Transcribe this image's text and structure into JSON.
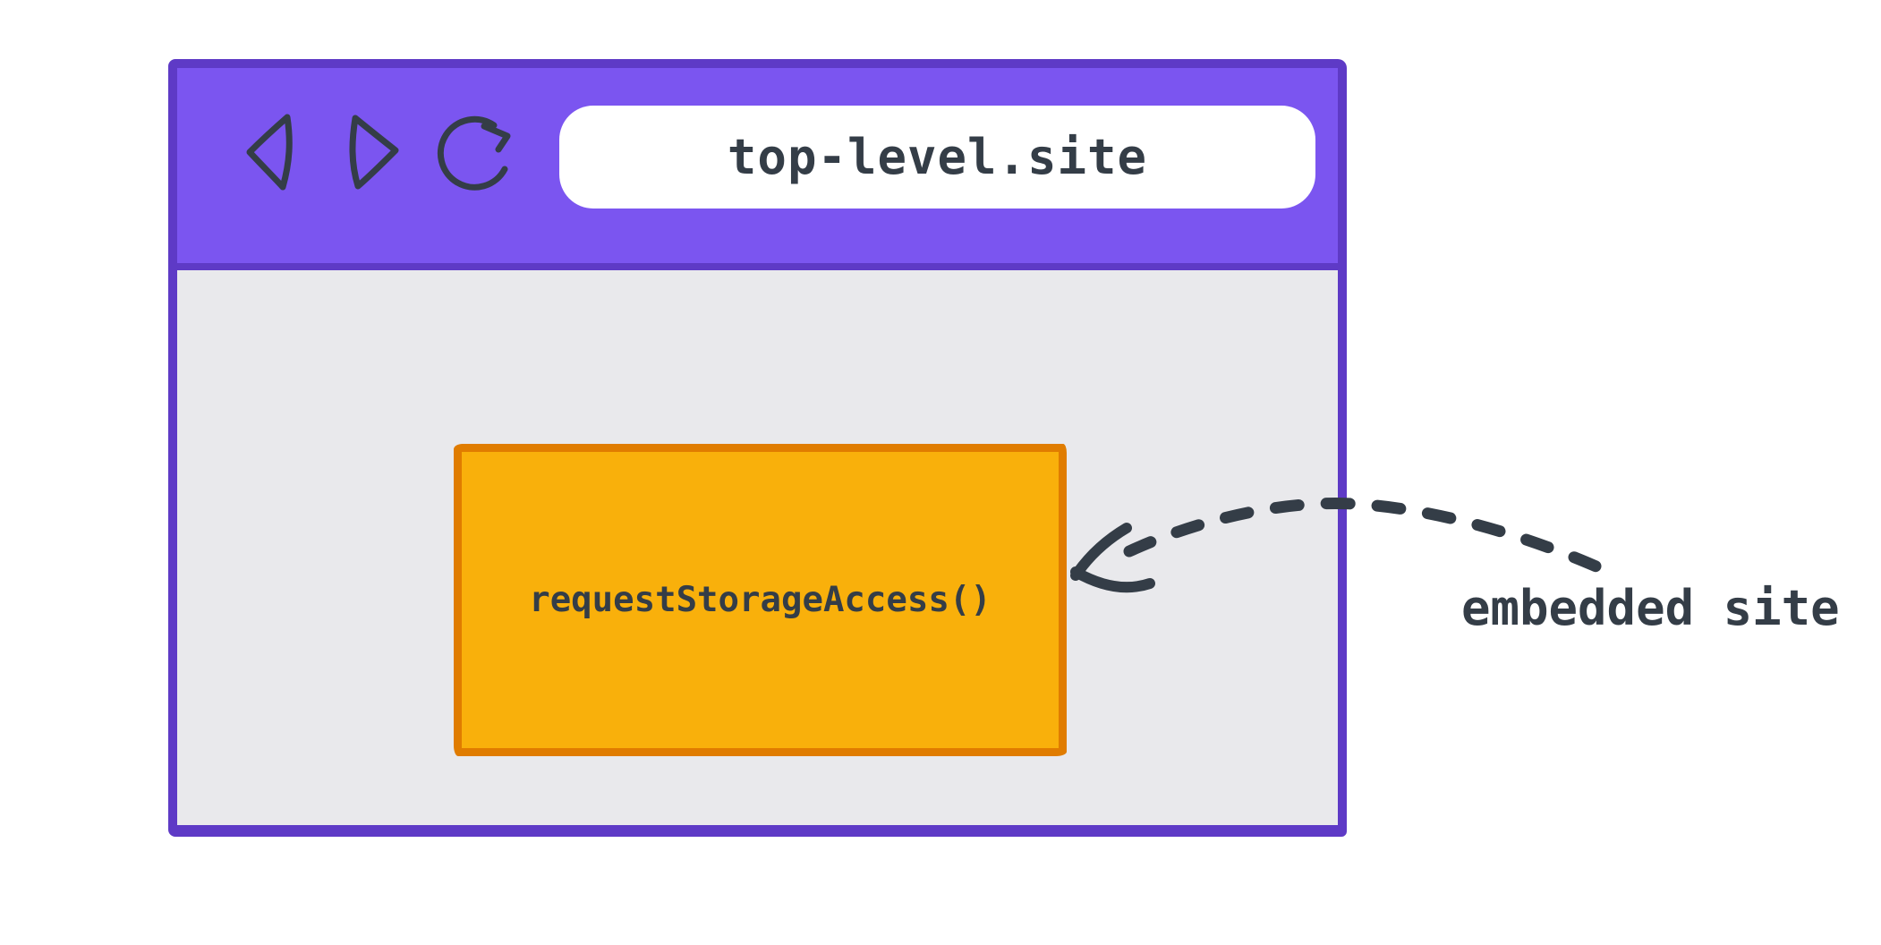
{
  "diagram": {
    "background_color": "#FFFFFF",
    "ink_color": "#343D47"
  },
  "browser_window": {
    "theme": {
      "chrome_fill": "#7B55F0",
      "chrome_border": "#5E3AC6",
      "viewport_fill": "#E9E9EC",
      "address_bar_fill": "#FFFFFF"
    },
    "toolbar": {
      "back_icon": "back-triangle-icon",
      "forward_icon": "forward-triangle-icon",
      "reload_icon": "reload-circular-arrow-icon"
    },
    "address_bar": {
      "url": "top-level.site"
    },
    "embedded_frame": {
      "label": "requestStorageAccess()",
      "fill": "#F9B00B",
      "border": "#E07C00"
    }
  },
  "annotation": {
    "label": "embedded site",
    "arrow": "dashed-curved-arrow",
    "color": "#343D47"
  }
}
